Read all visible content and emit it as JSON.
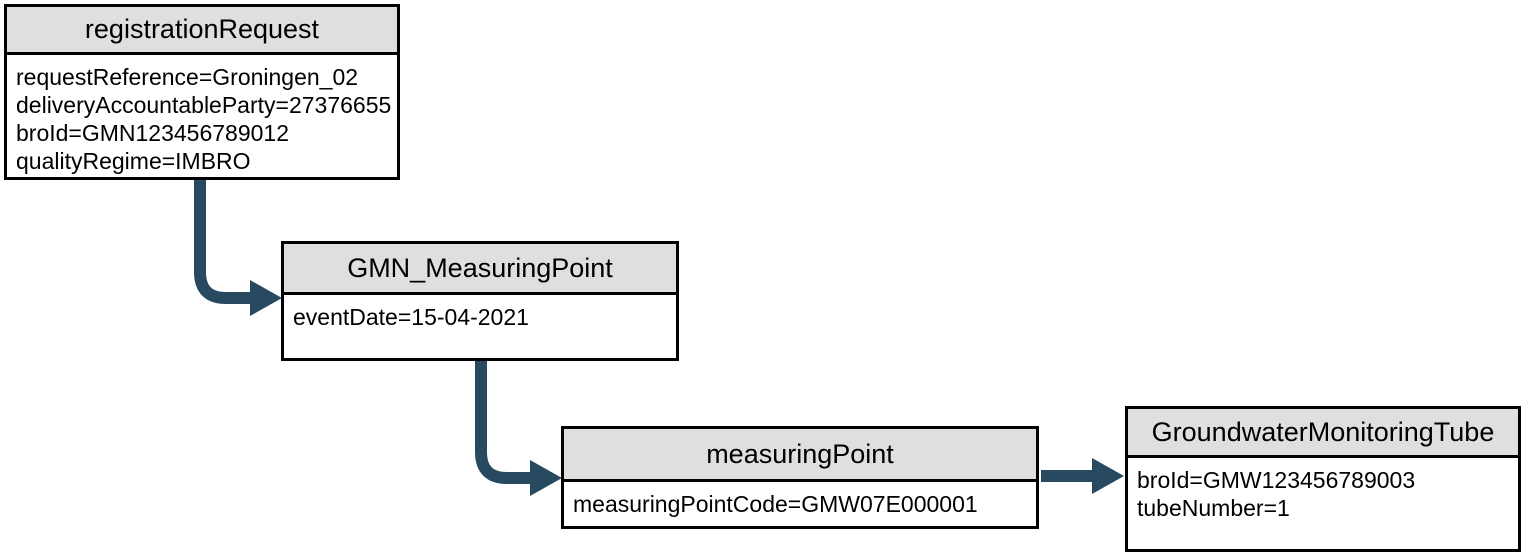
{
  "diagram": {
    "colors": {
      "arrow": "#274A61",
      "node_header_fill": "#DFDFDF",
      "node_border": "#000000",
      "text": "#000000",
      "background": "#FFFFFF"
    },
    "nodes": [
      {
        "title": "registrationRequest",
        "attributes": [
          "requestReference=Groningen_02",
          "deliveryAccountableParty=27376655",
          "broId=GMN123456789012",
          "qualityRegime=IMBRO"
        ]
      },
      {
        "title": "GMN_MeasuringPoint",
        "attributes": [
          "eventDate=15-04-2021"
        ]
      },
      {
        "title": "measuringPoint",
        "attributes": [
          "measuringPointCode=GMW07E000001"
        ]
      },
      {
        "title": "GroundwaterMonitoringTube",
        "attributes": [
          "broId=GMW123456789003",
          "tubeNumber=1"
        ]
      }
    ],
    "edges": [
      {
        "from": "registrationRequest",
        "to": "GMN_MeasuringPoint",
        "style": "elbow-down-right-arrow"
      },
      {
        "from": "GMN_MeasuringPoint",
        "to": "measuringPoint",
        "style": "elbow-down-right-arrow"
      },
      {
        "from": "measuringPoint",
        "to": "GroundwaterMonitoringTube",
        "style": "straight-right-arrow"
      }
    ]
  }
}
